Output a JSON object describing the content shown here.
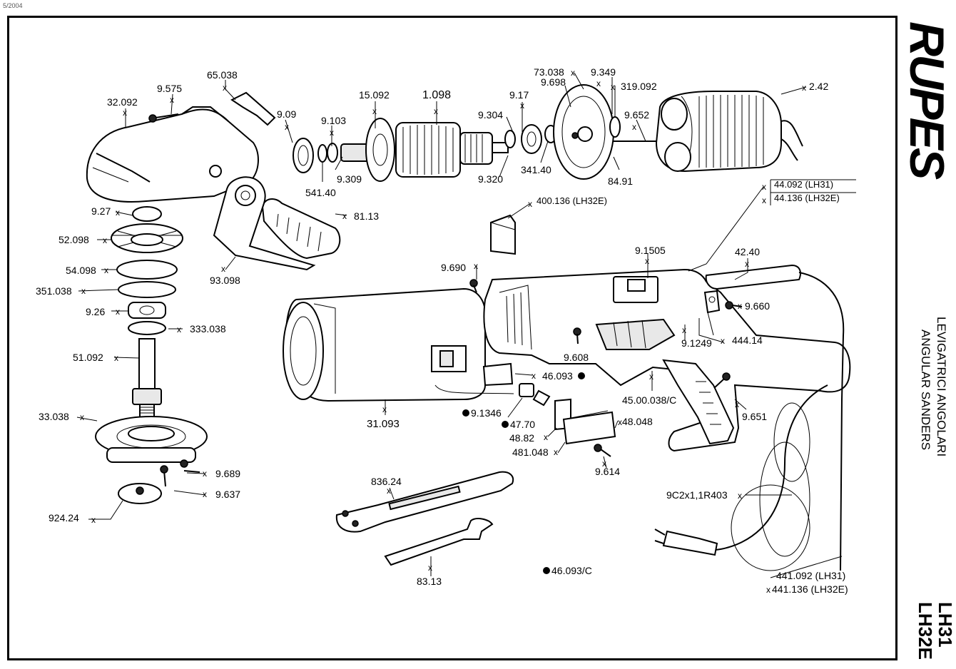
{
  "header": {
    "date": "5/2004"
  },
  "brand": {
    "logo_text": "RUPES"
  },
  "title": {
    "line1": "LEVIGATRICI ANGOLARI",
    "line2": "ANGULAR SANDERS"
  },
  "model": {
    "line1": "LH31",
    "line2": "LH32E"
  },
  "parts": {
    "p65_038": "65.038",
    "p9_575": "9.575",
    "p32_092": "32.092",
    "p9_09": "9.09",
    "p9_103": "9.103",
    "p15_092": "15.092",
    "p1_098": "1.098",
    "p9_17": "9.17",
    "p73_038": "73.038",
    "p9_349": "9.349",
    "p9_698": "9.698",
    "p319_092": "319.092",
    "p2_42": "2.42",
    "p9_304": "9.304",
    "p9_652": "9.652",
    "p9_309": "9.309",
    "p541_40": "541.40",
    "p9_320": "9.320",
    "p341_40": "341.40",
    "p84_91": "84.91",
    "p44_092": "44.092 (LH31)",
    "p44_136": "44.136 (LH32E)",
    "p400_136": "400.136 (LH32E)",
    "p9_27": "9.27",
    "p81_13": "81.13",
    "p52_098": "52.098",
    "p93_098": "93.098",
    "p54_098": "54.098",
    "p351_038": "351.038",
    "p9_26": "9.26",
    "p333_038": "333.038",
    "p51_092": "51.092",
    "p33_038": "33.038",
    "p9_689": "9.689",
    "p9_637": "9.637",
    "p924_24": "924.24",
    "p9_690": "9.690",
    "p9_1505": "9.1505",
    "p42_40": "42.40",
    "p9_660": "9.660",
    "p9_1249": "9.1249",
    "p444_14": "444.14",
    "p9_608": "9.608",
    "p46_093": "46.093",
    "p45_00_038c": "45.00.038/C",
    "p9_651": "9.651",
    "p31_093": "31.093",
    "p9_1346": "9.1346",
    "p47_70": "47.70",
    "p48_82": "48.82",
    "p48_048": "48.048",
    "p481_048": "481.048",
    "p9_614": "9.614",
    "p9c2x1": "9C2x1,1R403",
    "p836_24": "836.24",
    "p83_13": "83.13",
    "p46_093c": "46.093/C",
    "p441_092": "441.092 (LH31)",
    "p441_136": "441.136 (LH32E)"
  },
  "colors": {
    "ink": "#000000",
    "paper": "#ffffff"
  }
}
